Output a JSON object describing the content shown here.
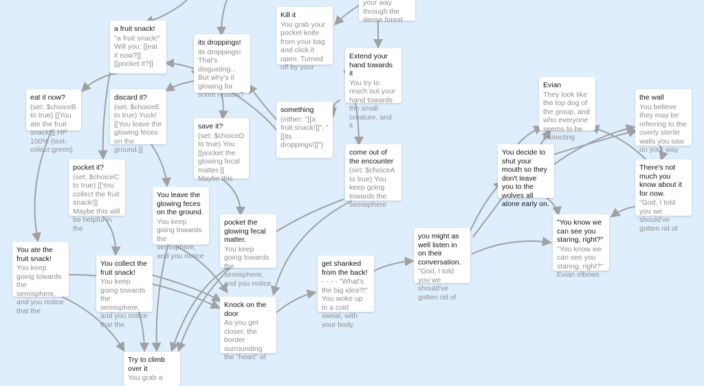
{
  "app": "Twine story map",
  "colors": {
    "background": "#dfeefd",
    "card": "#ffffff",
    "arrow": "#a0a0a0",
    "title": "#111111",
    "excerpt": "#8d8d8d"
  },
  "passages": [
    {
      "id": "a_fruit_snack",
      "title": "a fruit snack!",
      "excerpt": "''a fruit snack!'' Will you: [[eat it now?]] [[pocket it?]]"
    },
    {
      "id": "its_droppings",
      "title": "its droppings!",
      "excerpt": "its droppings! That's disgusting... But why's it glowing for some reason?"
    },
    {
      "id": "kill_it",
      "title": "Kill it",
      "excerpt": "You grab your pocket knife from your bag and click it open. Turned off by your"
    },
    {
      "id": "your_way",
      "title": "",
      "excerpt": "your way through the dense forest"
    },
    {
      "id": "extend_hand",
      "title": "Extend your hand towards it",
      "excerpt": "You try to reach out your hand towards the small creature, and it"
    },
    {
      "id": "eat_it_now",
      "title": "eat it now?",
      "excerpt": "(set: $choiceB to true) [[You ate the fruit snack!]] HP 100% (text-colour:green)"
    },
    {
      "id": "discard_it",
      "title": "discard it?",
      "excerpt": "(set: $choiceE to true) Yuck! [[You leave the glowing feces on the ground.]]"
    },
    {
      "id": "something",
      "title": "something",
      "excerpt": "(either: \"[[a fruit snack!]]\", \"[[its droppings!]]\")"
    },
    {
      "id": "save_it",
      "title": "save it?",
      "excerpt": "(set: $choiceD to true) You [[pocket the glowing fecal matter.]] Maybe this"
    },
    {
      "id": "evian",
      "title": "Evian",
      "excerpt": "They look like the top dog of the group, and who everyone seems to be protecting"
    },
    {
      "id": "the_wall",
      "title": "the wall",
      "excerpt": "You believe they may be referring to the overly sterile walls you saw on your way"
    },
    {
      "id": "come_out",
      "title": "come out of the encounter",
      "excerpt": "(set: $choiceA to true) You keep going towards the semisphere"
    },
    {
      "id": "shut_mouth",
      "title": "You decide to shut your mouth so they don't leave you to the wolves all alone early on.",
      "excerpt": ""
    },
    {
      "id": "theres_not_much",
      "title": "There's not much you know about it for now.",
      "excerpt": "\"God, I told you we should've gotten rid of"
    },
    {
      "id": "pocket_it",
      "title": "pocket it?",
      "excerpt": "(set: $choiceC to true) [[You collect the fruit snack!]] Maybe this will be helpful in the"
    },
    {
      "id": "leave_feces",
      "title": "You leave the glowing feces on the ground.",
      "excerpt": "You keep going towards the semisphere, and you notice"
    },
    {
      "id": "pocket_fecal",
      "title": "pocket the glowing fecal matter.",
      "excerpt": "You keep going towards the semisphere, and you notice"
    },
    {
      "id": "we_can_see",
      "title": "\"You know we can see you staring, right?\"",
      "excerpt": "\"You know we can see you staring, right?\" Evian elbows"
    },
    {
      "id": "listen_in",
      "title": "you might as well listen in on their conversation.",
      "excerpt": "\"God, I told you we should've gotten rid of"
    },
    {
      "id": "ate_fruit",
      "title": "You ate the fruit snack!",
      "excerpt": "You keep going towards the semisphere, and you notice that the"
    },
    {
      "id": "collect_fruit",
      "title": "You collect the fruit snack!",
      "excerpt": "You keep going towards the semisphere, and you notice that the"
    },
    {
      "id": "get_shanked",
      "title": "get shanked from the back!",
      "excerpt": "- - - - \"What's the big idea?!\" You woke up in a cold sweat, with your body"
    },
    {
      "id": "knock_door",
      "title": "Knock on the door",
      "excerpt": "As you get closer, the border surrounding the \"heart\" of"
    },
    {
      "id": "climb_over",
      "title": "Try to climb over it",
      "excerpt": "You grab a"
    }
  ]
}
